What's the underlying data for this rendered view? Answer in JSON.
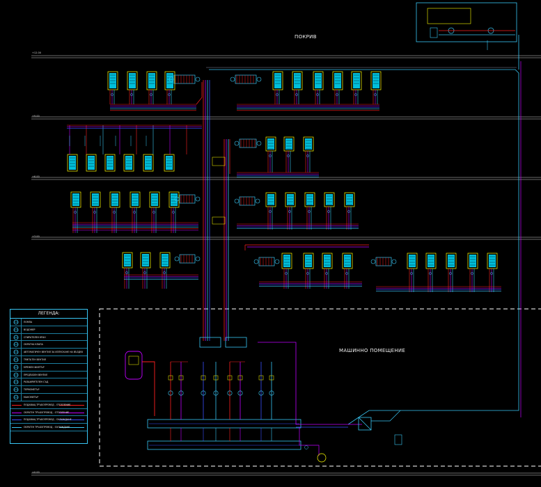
{
  "labels": {
    "roof": "ПОКРИВ",
    "machine_room": "МАШИННО ПОМЕЩЕНИЕ",
    "legend_title": "ЛЕГЕНДА:"
  },
  "levels": [
    "+12.00",
    "+9.00",
    "+6.00",
    "+3.00",
    "±0.00"
  ],
  "legend": [
    {
      "text": "ПОМПА",
      "kind": "symbol",
      "icon": "pump-icon",
      "color": "#39c6f4"
    },
    {
      "text": "ВОДОМЕР",
      "kind": "symbol",
      "icon": "water-meter-icon",
      "color": "#39c6f4"
    },
    {
      "text": "СПИРАТЕЛЕН КРАН",
      "kind": "symbol",
      "icon": "shutoff-valve-icon",
      "color": "#39c6f4"
    },
    {
      "text": "ОБРАТНА КЛАПА",
      "kind": "symbol",
      "icon": "check-valve-icon",
      "color": "#39c6f4"
    },
    {
      "text": "АВТОМАТИЧЕН ВЕНТИЛ ЗА ИЗПУСКАНЕ НА ВЪЗДУХ",
      "kind": "symbol",
      "icon": "air-vent-icon",
      "color": "#39c6f4"
    },
    {
      "text": "ТРИПЪТЕН ВЕНТИЛ",
      "kind": "symbol",
      "icon": "three-way-valve-icon",
      "color": "#39c6f4"
    },
    {
      "text": "МРЕЖЕН ФИЛТЪР",
      "kind": "symbol",
      "icon": "strainer-icon",
      "color": "#39c6f4"
    },
    {
      "text": "ПРЕДПАЗЕН ВЕНТИЛ",
      "kind": "symbol",
      "icon": "safety-valve-icon",
      "color": "#39c6f4"
    },
    {
      "text": "РАЗШИРИТЕЛЕН СЪД",
      "kind": "symbol",
      "icon": "expansion-vessel-icon",
      "color": "#39c6f4"
    },
    {
      "text": "ТЕРМОМЕТЪР",
      "kind": "symbol",
      "icon": "thermometer-icon",
      "color": "#39c6f4"
    },
    {
      "text": "МАНОМЕТЪР",
      "kind": "symbol",
      "icon": "manometer-icon",
      "color": "#39c6f4"
    },
    {
      "text": "ПОДАВАЩ ТРЪБОПРОВОД - ОТОПЛЕНИЕ",
      "kind": "line",
      "color": "#ff2020"
    },
    {
      "text": "ОБРАТЕН ТРЪБОПРОВОД - ОТОПЛЕНИЕ",
      "kind": "line",
      "color": "#c000ff"
    },
    {
      "text": "ПОДАВАЩ ТРЪБОПРОВОД - ОХЛАЖДАНЕ",
      "kind": "line",
      "color": "#3a50ff"
    },
    {
      "text": "ОБРАТЕН ТРЪБОПРОВОД - ОХЛАЖДАНЕ",
      "kind": "line",
      "color": "#39c6f4"
    }
  ],
  "colors": {
    "unit_fill": "#00e0ff",
    "unit_border": "#ffff00",
    "supply_heat": "#ff2020",
    "return_heat": "#c000ff",
    "supply_cool": "#3a50ff",
    "return_cool": "#39c6f4",
    "grey_pipe": "#8a8aa0",
    "floor_line": "#d8d8d8"
  }
}
